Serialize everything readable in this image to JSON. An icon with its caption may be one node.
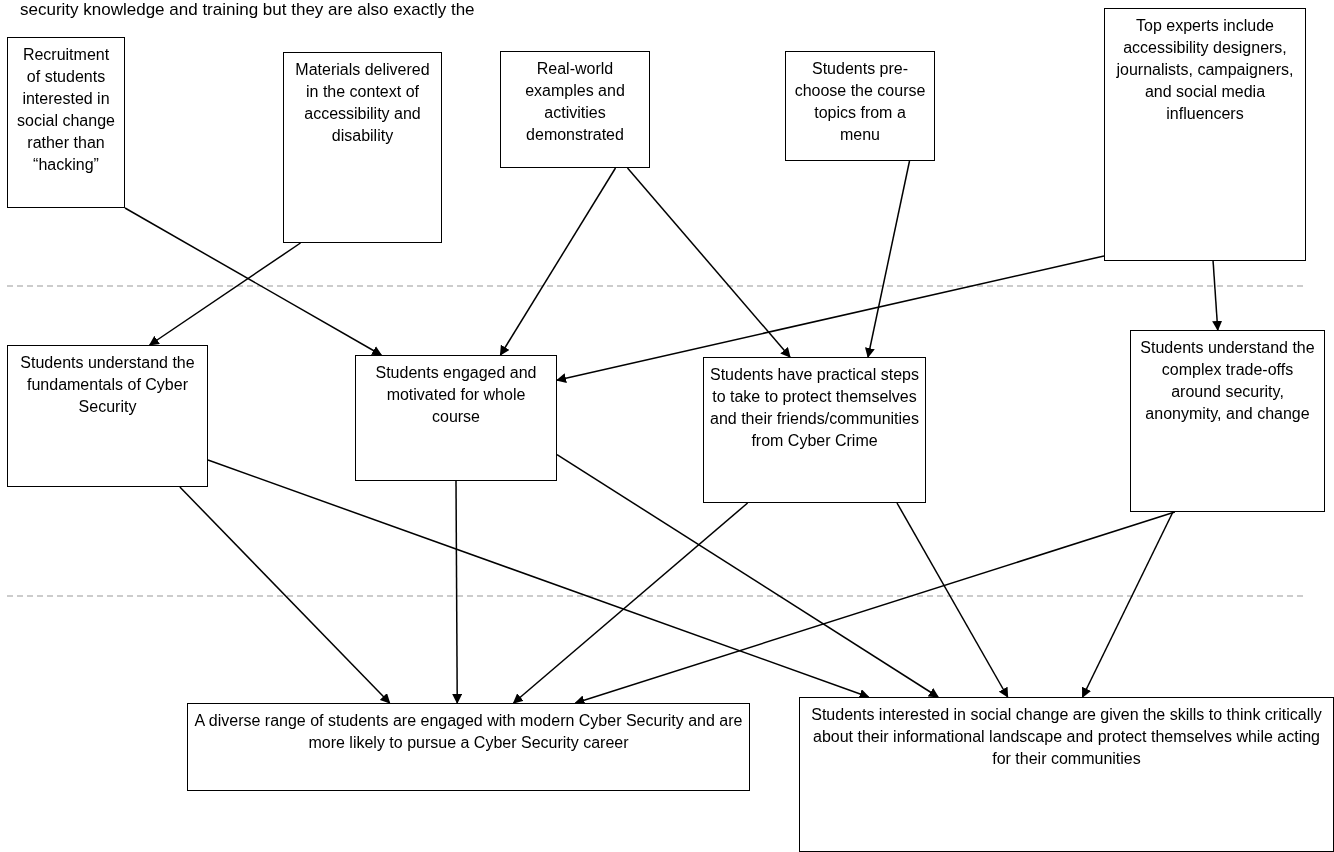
{
  "diagram": {
    "nodes": [
      {
        "text": [
          "Recruitment of students interested in social change rather than “hacking”"
        ]
      },
      {
        "text": [
          "Materials delivered in the context of accessibility and disability"
        ]
      },
      {
        "text": [
          "Real-world examples  and activities demonstrated"
        ]
      },
      {
        "text": [
          "Students pre-choose the course topics from a menu"
        ]
      },
      {
        "text": [
          "Top experts include accessibility designers, journalists, campaigners, and social media influencers"
        ]
      },
      {
        "text": [
          "Students understand the fundamentals of Cyber Security"
        ]
      },
      {
        "text": [
          "Students engaged and motivated for whole course"
        ]
      },
      {
        "text": [
          "Students have practical steps to take to protect themselves and their friends/communities from Cyber Crime"
        ]
      },
      {
        "text": [
          "Students understand the complex trade-offs around security, anonymity, and change"
        ]
      },
      {
        "text": [
          "A diverse range of students are engaged with modern Cyber Security and are more likely to pursue a Cyber Security career"
        ]
      },
      {
        "text": [
          "Students interested in social change are given the skills to think critically about their informational landscape and protect themselves while acting for their communities"
        ]
      }
    ],
    "edges": [
      {
        "from": 0,
        "to": 6,
        "arrow": "to"
      },
      {
        "from": 1,
        "to": 5,
        "arrow": "to"
      },
      {
        "from": 2,
        "to": 6,
        "arrow": "to"
      },
      {
        "from": 2,
        "to": 7,
        "arrow": "to"
      },
      {
        "from": 3,
        "to": 7,
        "arrow": "to"
      },
      {
        "from": 4,
        "to": 6,
        "arrow": "to"
      },
      {
        "from": 4,
        "to": 8,
        "arrow": "to"
      },
      {
        "from": 5,
        "to": 9,
        "arrow": "to"
      },
      {
        "from": 5,
        "to": 10,
        "arrow": "to"
      },
      {
        "from": 6,
        "to": 9,
        "arrow": "to"
      },
      {
        "from": 6,
        "to": 10,
        "arrow": "to"
      },
      {
        "from": 7,
        "to": 9,
        "arrow": "to"
      },
      {
        "from": 7,
        "to": 10,
        "arrow": "to"
      },
      {
        "from": 8,
        "to": 9,
        "arrow": "to"
      },
      {
        "from": 8,
        "to": 10,
        "arrow": "to"
      }
    ],
    "labels": [
      "security knowledge and training but they are also exactly the"
    ]
  }
}
